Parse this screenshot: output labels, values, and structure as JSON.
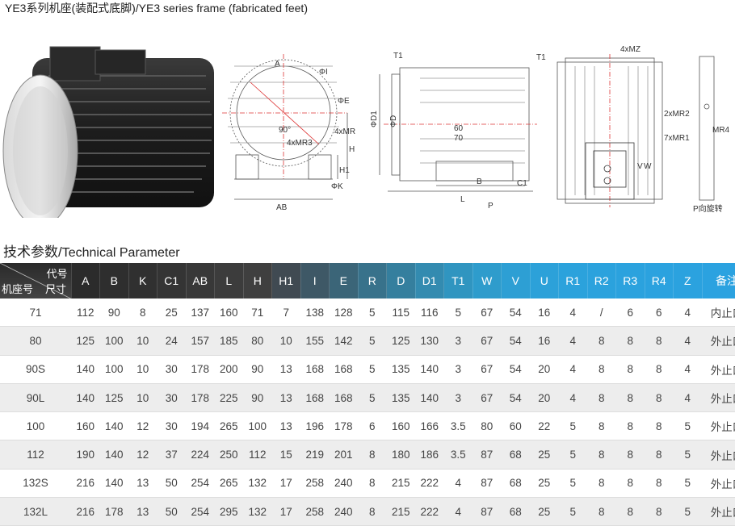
{
  "title": "YE3系列机座(装配式底脚)/YE3 series frame (fabricated feet)",
  "section_title": {
    "cn": "技术参数",
    "sep": "/",
    "en": "Technical Parameter"
  },
  "drawing_labels": {
    "front": {
      "A": "A",
      "I": "ΦI",
      "E": "ΦE",
      "angle": "90°",
      "mr": "4xMR",
      "mr3": "4xMR3",
      "H": "H",
      "H1": "H1",
      "K": "ΦK",
      "AB": "AB"
    },
    "side": {
      "T1a": "T1",
      "T1b": "T1",
      "D1": "ΦD1",
      "D": "ΦD",
      "n60": "60",
      "n70": "70",
      "B": "B",
      "C1": "C1",
      "L": "L",
      "P": "P"
    },
    "top": {
      "mz": "4xMZ",
      "mr2": "2xMR2",
      "mr1": "7xMR1",
      "W": "W",
      "V": "V"
    },
    "narrow": {
      "mr4": "MR4",
      "caption": "P向旋转"
    }
  },
  "table": {
    "corner": {
      "top": "代号",
      "left": "机座号",
      "right": "尺寸"
    },
    "headers": [
      "A",
      "B",
      "K",
      "C1",
      "AB",
      "L",
      "H",
      "H1",
      "I",
      "E",
      "R",
      "D",
      "D1",
      "T1",
      "W",
      "V",
      "U",
      "R1",
      "R2",
      "R3",
      "R4",
      "Z",
      "备注"
    ],
    "header_colors": [
      "#2b2b2b",
      "#2e2e2e",
      "#303030",
      "#343434",
      "#383838",
      "#3c3c3c",
      "#3f3f3f",
      "#404a52",
      "#3e5866",
      "#3b6578",
      "#38728b",
      "#357f9e",
      "#338bb0",
      "#3095c0",
      "#2e9ccc",
      "#2d9fd4",
      "#2ca1d9",
      "#2ba2dc",
      "#2ba2dd",
      "#2ba2de",
      "#2ba2df",
      "#2ba2df",
      "#2ba2e0"
    ],
    "rows": [
      [
        "71",
        "112",
        "90",
        "8",
        "25",
        "137",
        "160",
        "71",
        "7",
        "138",
        "128",
        "5",
        "115",
        "116",
        "5",
        "67",
        "54",
        "16",
        "4",
        "/",
        "6",
        "6",
        "4",
        "内止口"
      ],
      [
        "80",
        "125",
        "100",
        "10",
        "24",
        "157",
        "185",
        "80",
        "10",
        "155",
        "142",
        "5",
        "125",
        "130",
        "3",
        "67",
        "54",
        "16",
        "4",
        "8",
        "8",
        "8",
        "4",
        "外止口"
      ],
      [
        "90S",
        "140",
        "100",
        "10",
        "30",
        "178",
        "200",
        "90",
        "13",
        "168",
        "168",
        "5",
        "135",
        "140",
        "3",
        "67",
        "54",
        "20",
        "4",
        "8",
        "8",
        "8",
        "4",
        "外止口"
      ],
      [
        "90L",
        "140",
        "125",
        "10",
        "30",
        "178",
        "225",
        "90",
        "13",
        "168",
        "168",
        "5",
        "135",
        "140",
        "3",
        "67",
        "54",
        "20",
        "4",
        "8",
        "8",
        "8",
        "4",
        "外止口"
      ],
      [
        "100",
        "160",
        "140",
        "12",
        "30",
        "194",
        "265",
        "100",
        "13",
        "196",
        "178",
        "6",
        "160",
        "166",
        "3.5",
        "80",
        "60",
        "22",
        "5",
        "8",
        "8",
        "8",
        "5",
        "外止口"
      ],
      [
        "112",
        "190",
        "140",
        "12",
        "37",
        "224",
        "250",
        "112",
        "15",
        "219",
        "201",
        "8",
        "180",
        "186",
        "3.5",
        "87",
        "68",
        "25",
        "5",
        "8",
        "8",
        "8",
        "5",
        "外止口"
      ],
      [
        "132S",
        "216",
        "140",
        "13",
        "50",
        "254",
        "265",
        "132",
        "17",
        "258",
        "240",
        "8",
        "215",
        "222",
        "4",
        "87",
        "68",
        "25",
        "5",
        "8",
        "8",
        "8",
        "5",
        "外止口"
      ],
      [
        "132L",
        "216",
        "178",
        "13",
        "50",
        "254",
        "295",
        "132",
        "17",
        "258",
        "240",
        "8",
        "215",
        "222",
        "4",
        "87",
        "68",
        "25",
        "5",
        "8",
        "8",
        "8",
        "5",
        "外止口"
      ]
    ]
  }
}
